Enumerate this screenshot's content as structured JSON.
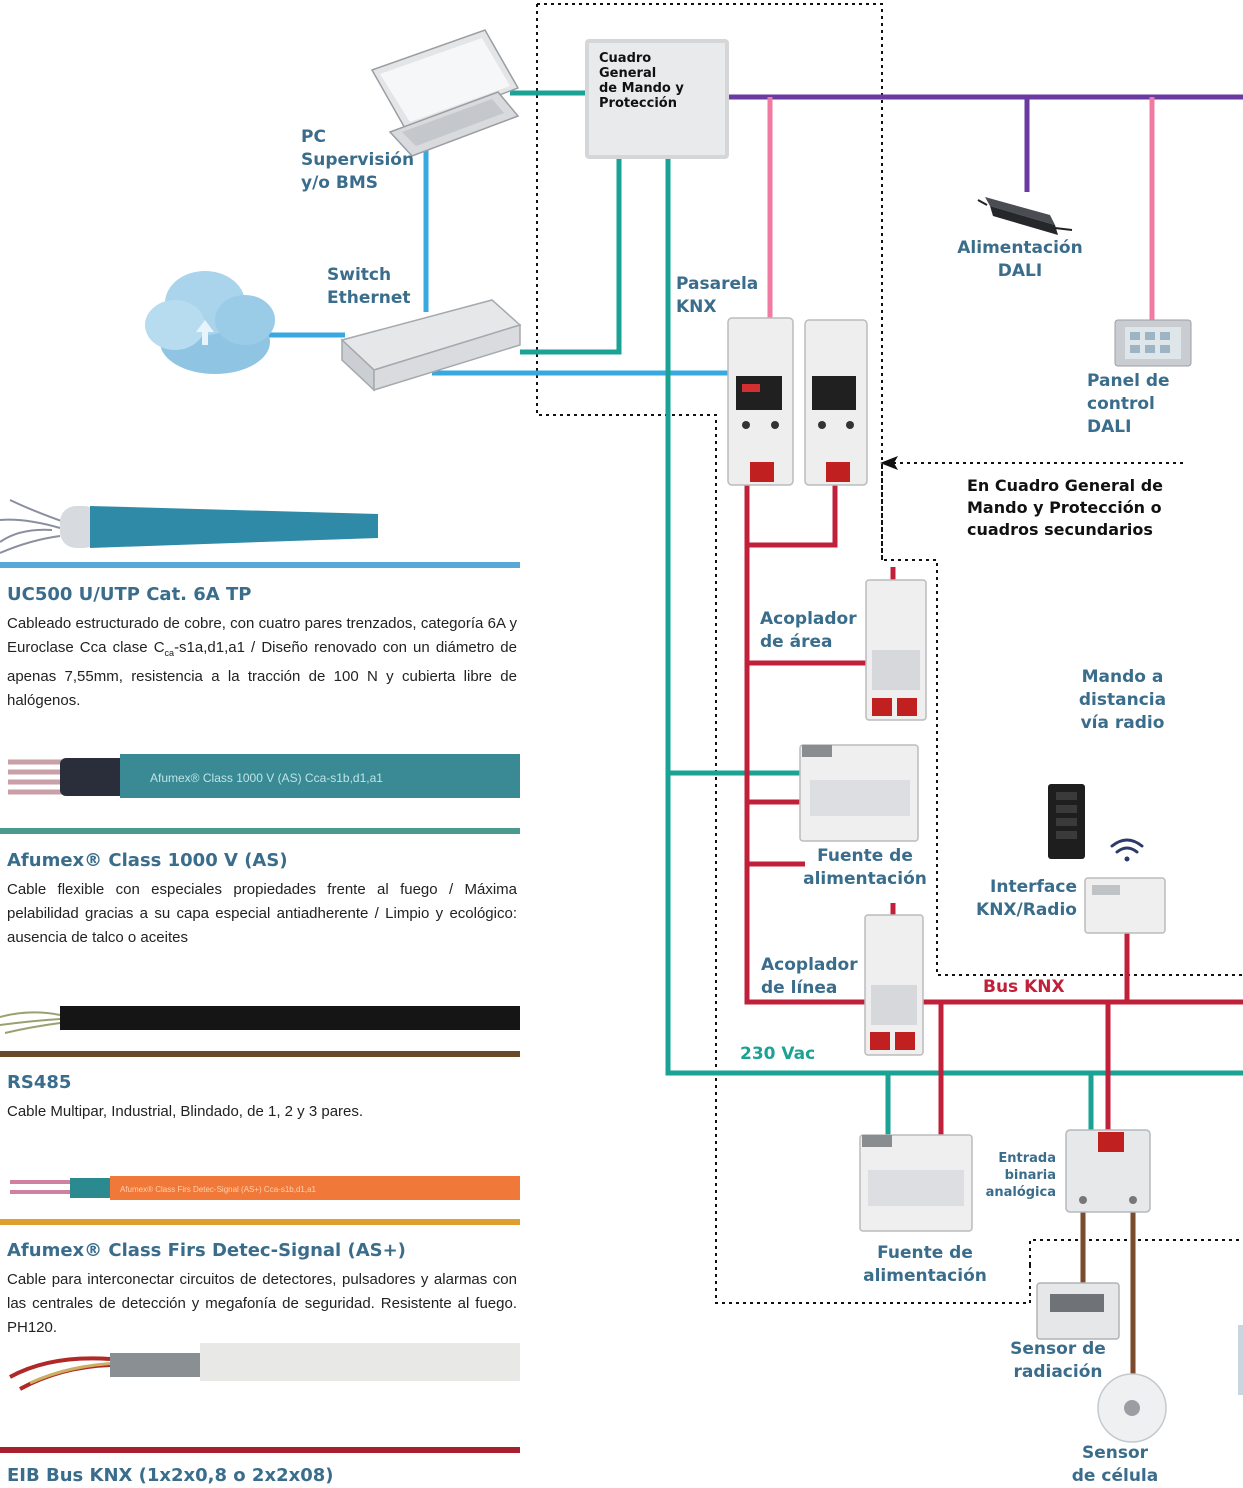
{
  "colors": {
    "label": "#3a6d8c",
    "ethernet": "#37a8e0",
    "power_230": "#1aa295",
    "dali": "#6b3aa0",
    "dali_drop": "#f07aa0",
    "knx_bus": "#c0203a",
    "sensor_wire": "#7a4a2a",
    "rs485_strip": "#6b4a2a",
    "firs_strip": "#e0a030"
  },
  "main_box": {
    "title": "Cuadro\nGeneral\nde Mando y\nProtección"
  },
  "labels": {
    "pc": "PC\nSupervisión\ny/o BMS",
    "switch": "Switch\nEthernet",
    "gateway": "Pasarela\nKNX",
    "dali_power": "Alimentación\nDALI",
    "dali_panel": "Panel de\ncontrol\nDALI",
    "cuadro_note": "En Cuadro General de\nMando y Protección o\ncuadros secundarios",
    "area_coupler": "Acoplador\nde área",
    "remote": "Mando a\ndistancia\nvía radio",
    "psu1": "Fuente de\nalimentación",
    "interface": "Interface\nKNX/Radio",
    "line_coupler": "Acoplador\nde línea",
    "bus_knx": "Bus KNX",
    "vac": "230 Vac",
    "binary_input": "Entrada\nbinaria\nanalógica",
    "psu2": "Fuente de\nalimentación",
    "radiation": "Sensor de\nradiación",
    "cell": "Sensor\nde célula"
  },
  "cables": [
    {
      "title": "UC500 U/UTP Cat. 6A TP",
      "desc": "Cableado estructurado de cobre, con cuatro pares trenzados, categoría 6A y Euroclase Cca clase Cca-s1a,d1,a1 / Diseño renovado con un diámetro de apenas 7,55mm, resistencia a la tracción de 100 N y cubierta libre de halógenos.",
      "strip_color": "#5aa8d8",
      "jacket_color": "#2f8aa8",
      "print": ""
    },
    {
      "title": "Afumex® Class 1000 V (AS)",
      "desc": "Cable flexible con especiales propiedades frente al fuego / Máxima pelabilidad gracias a su capa especial antiadherente / Limpio y ecológico: ausencia de talco o aceites",
      "strip_color": "#4a9a8e",
      "jacket_color": "#3a8a96",
      "print": "Afumex® Class 1000 V (AS)     Cca-s1b,d1,a1"
    },
    {
      "title": "RS485",
      "desc": "Cable Multipar, Industrial, Blindado, de 1, 2 y 3 pares.",
      "strip_color": "#6b4a2a",
      "jacket_color": "#151515",
      "print": ""
    },
    {
      "title": "Afumex® Class Firs Detec-Signal (AS+)",
      "desc": "Cable para interconectar circuitos de detectores, pulsadores y alarmas con las centrales de detección y megafonía de seguridad. Resistente al fuego. PH120.",
      "strip_color": "#e0a030",
      "jacket_color": "#f07838",
      "print": "Afumex® Class Firs Detec-Signal (AS+)   Cca-s1b,d1,a1"
    },
    {
      "title": "EIB Bus KNX (1x2x0,8 o 2x2x08)",
      "desc": "",
      "strip_color": "#a8202e",
      "jacket_color": "#e8e8e6",
      "print": ""
    }
  ]
}
